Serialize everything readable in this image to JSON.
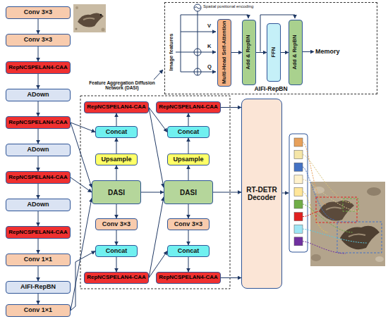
{
  "diagram": {
    "nodes": [
      {
        "text": [
          "Conv 3×3"
        ]
      },
      {
        "text": [
          "Conv 3×3"
        ]
      },
      {
        "text": [
          "RepNCSPELAN4-CAA"
        ]
      },
      {
        "text": [
          "ADown"
        ]
      },
      {
        "text": [
          "RepNCSPELAN4-CAA"
        ]
      },
      {
        "text": [
          "ADown"
        ]
      },
      {
        "text": [
          "RepNCSPELAN4-CAA"
        ]
      },
      {
        "text": [
          "ADown"
        ]
      },
      {
        "text": [
          "RepNCSPELAN4-CAA"
        ]
      },
      {
        "text": [
          "Conv 1×1"
        ]
      },
      {
        "text": [
          "AIFI-RepBN"
        ]
      },
      {
        "text": [
          "Conv 1×1"
        ]
      },
      {
        "text": [
          "RepNCSPELAN4-CAA"
        ]
      },
      {
        "text": [
          "Concat"
        ]
      },
      {
        "text": [
          "Upsample"
        ]
      },
      {
        "text": [
          "DASI"
        ]
      },
      {
        "text": [
          "Conv 3×3"
        ]
      },
      {
        "text": [
          "Concat"
        ]
      },
      {
        "text": [
          "RepNCSPELAN4-CAA"
        ]
      },
      {
        "text": [
          "RepNCSPELAN4-CAA"
        ]
      },
      {
        "text": [
          "Concat"
        ]
      },
      {
        "text": [
          "Upsample"
        ]
      },
      {
        "text": [
          "DASI"
        ]
      },
      {
        "text": [
          "Conv 3×3"
        ]
      },
      {
        "text": [
          "Concat"
        ]
      },
      {
        "text": [
          "RepNCSPELAN4-CAA"
        ]
      },
      {
        "text": [
          "RT-DETR Decoder"
        ]
      },
      {
        "text": [
          "AIFI-RepBN"
        ]
      },
      {
        "text": [
          "Multi-Head Self-Attention"
        ],
        "in": 27
      },
      {
        "text": [
          "Add & RepBN"
        ],
        "in": 27
      },
      {
        "text": [
          "FFN"
        ],
        "in": 27
      },
      {
        "text": [
          "Add & RepBN"
        ],
        "in": 27
      }
    ],
    "edges": [
      {
        "from": 0,
        "to": 1,
        "arrow": "to"
      },
      {
        "from": 1,
        "to": 2,
        "arrow": "to"
      },
      {
        "from": 2,
        "to": 3,
        "arrow": "to"
      },
      {
        "from": 3,
        "to": 4,
        "arrow": "to"
      },
      {
        "from": 4,
        "to": 5,
        "arrow": "to"
      },
      {
        "from": 5,
        "to": 6,
        "arrow": "to"
      },
      {
        "from": 6,
        "to": 7,
        "arrow": "to"
      },
      {
        "from": 7,
        "to": 8,
        "arrow": "to"
      },
      {
        "from": 8,
        "to": 9,
        "arrow": "to"
      },
      {
        "from": 9,
        "to": 10,
        "arrow": "to"
      },
      {
        "from": 10,
        "to": 11,
        "arrow": "to"
      },
      {
        "from": 4,
        "to": 13,
        "arrow": "to"
      },
      {
        "from": 4,
        "to": 15,
        "arrow": "to"
      },
      {
        "from": 6,
        "to": 15,
        "arrow": "to"
      },
      {
        "from": 11,
        "to": 15,
        "arrow": "to"
      },
      {
        "from": 11,
        "to": 17,
        "arrow": "to"
      },
      {
        "from": 14,
        "to": 13,
        "arrow": "to"
      },
      {
        "from": 13,
        "to": 12,
        "arrow": "to"
      },
      {
        "from": 15,
        "to": 14,
        "arrow": "to"
      },
      {
        "from": 15,
        "to": 16,
        "arrow": "to"
      },
      {
        "from": 16,
        "to": 17,
        "arrow": "to"
      },
      {
        "from": 17,
        "to": 18,
        "arrow": "to"
      },
      {
        "from": 15,
        "to": 22,
        "arrow": "to"
      },
      {
        "from": 12,
        "to": 20,
        "arrow": "to"
      },
      {
        "from": 12,
        "to": 22,
        "arrow": "to"
      },
      {
        "from": 18,
        "to": 22,
        "arrow": "to"
      },
      {
        "from": 18,
        "to": 24,
        "arrow": "to"
      },
      {
        "from": 22,
        "to": 21,
        "arrow": "to"
      },
      {
        "from": 21,
        "to": 20,
        "arrow": "to"
      },
      {
        "from": 20,
        "to": 19,
        "arrow": "to"
      },
      {
        "from": 22,
        "to": 23,
        "arrow": "to"
      },
      {
        "from": 23,
        "to": 24,
        "arrow": "to"
      },
      {
        "from": 24,
        "to": 25,
        "arrow": "to"
      },
      {
        "from": 19,
        "to": 26,
        "arrow": "to"
      },
      {
        "from": 22,
        "to": 26,
        "arrow": "to"
      },
      {
        "from": 25,
        "to": 26,
        "arrow": "to"
      },
      {
        "from": 28,
        "to": 29,
        "arrow": "to"
      },
      {
        "from": 29,
        "to": 30,
        "arrow": "to"
      },
      {
        "from": 30,
        "to": 31,
        "arrow": "to"
      }
    ],
    "labels": [
      "Feature Aggregation Diffusion Network (DASI)",
      "Spatial positional encoding",
      "Image features",
      "V",
      "K",
      "Q",
      "Memory"
    ]
  }
}
